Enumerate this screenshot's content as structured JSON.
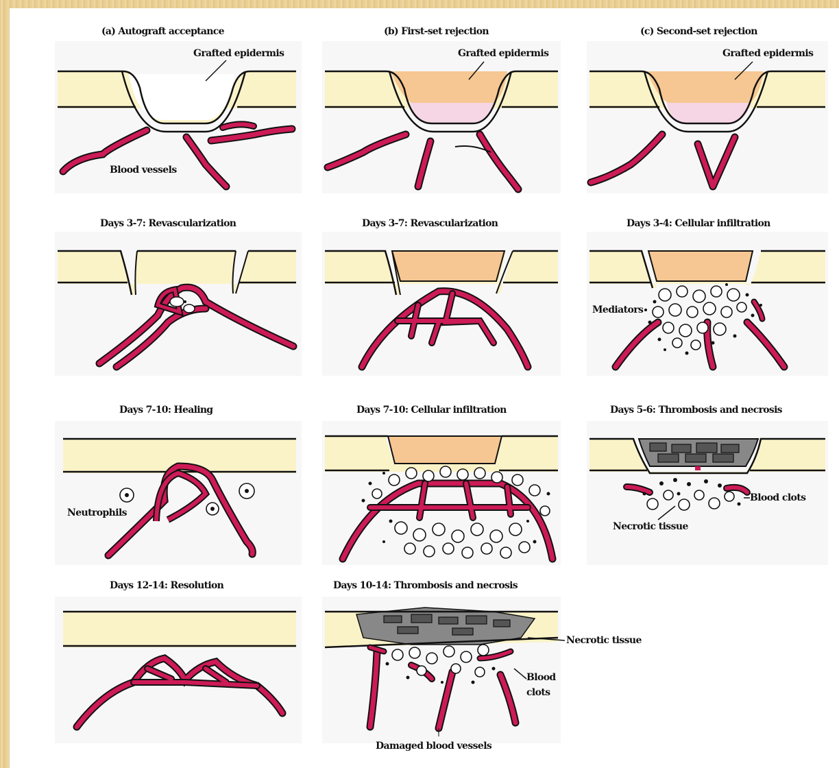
{
  "colors": {
    "skin": "#fbf3c8",
    "graft_epidermis": "#f6c792",
    "graft_dermis": "#f6d6e4",
    "vessel": "#cc1b56",
    "necrotic": "#888888",
    "frame": "#e9d29a"
  },
  "titles": {
    "a": "(a) Autograft acceptance",
    "b": "(b) First-set rejection",
    "c": "(c) Second-set rejection",
    "a2": "Days 3-7: Revascularization",
    "b2": "Days 3-7: Revascularization",
    "c2": "Days 3-4: Cellular infiltration",
    "a3": "Days 7-10: Healing",
    "b3": "Days 7-10: Cellular infiltration",
    "c3": "Days 5-6: Thrombosis and necrosis",
    "a4": "Days 12-14: Resolution",
    "b4": "Days 10-14: Thrombosis and necrosis"
  },
  "labels": {
    "grafted_epidermis_a": "Grafted epidermis",
    "grafted_epidermis_b": "Grafted epidermis",
    "grafted_epidermis_c": "Grafted epidermis",
    "blood_vessels": "Blood vessels",
    "mediators": "Mediators",
    "neutrophils": "Neutrophils",
    "blood_clots_c": "Blood clots",
    "necrotic_tissue_c": "Necrotic tissue",
    "necrotic_tissue_b": "Necrotic tissue",
    "blood_clots_b_1": "Blood",
    "blood_clots_b_2": "clots",
    "damaged_vessels": "Damaged blood vessels"
  }
}
